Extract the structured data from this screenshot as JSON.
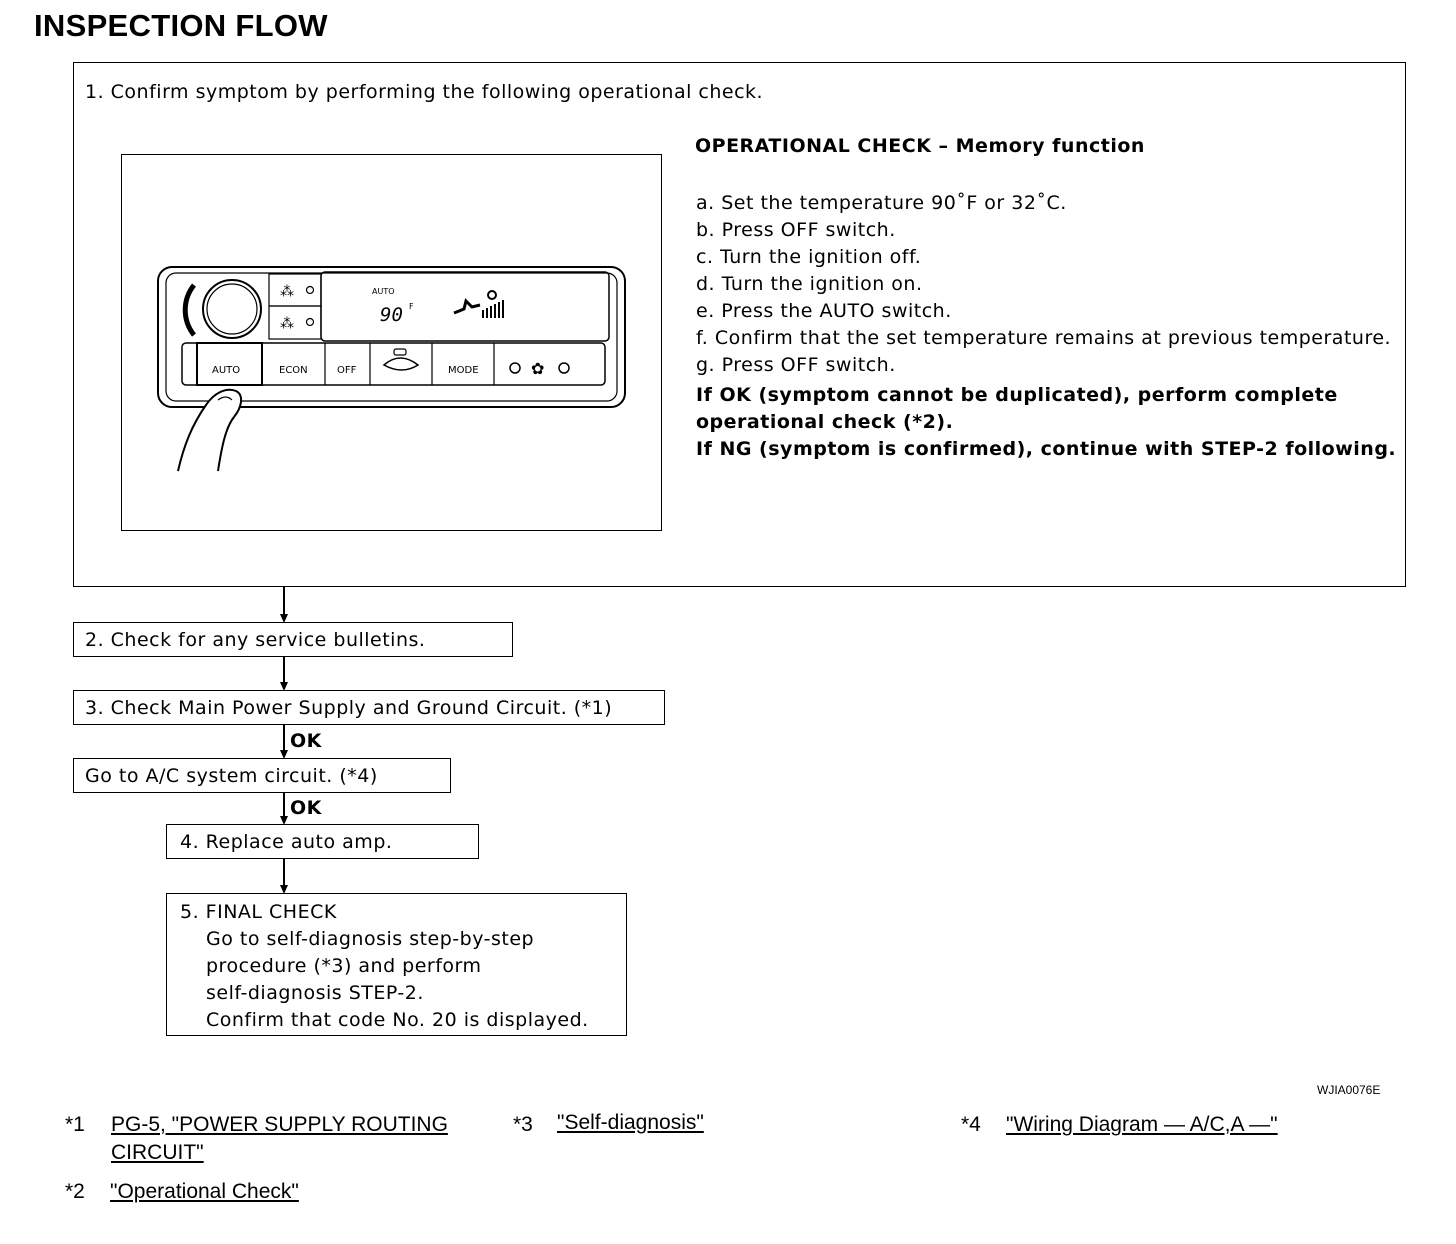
{
  "title": "INSPECTION FLOW",
  "step1": {
    "text": "1. Confirm symptom by performing the following operational check.",
    "check_title": "OPERATIONAL CHECK – Memory function",
    "items": [
      "a. Set the temperature 90˚F or 32˚C.",
      "b. Press OFF switch.",
      "c. Turn the ignition off.",
      "d. Turn the ignition on.",
      "e. Press the  AUTO switch.",
      "f.  Confirm that the set temperature remains at previous temperature.",
      "g. Press OFF switch."
    ],
    "result_lines": [
      "If OK (symptom cannot be duplicated), perform complete",
      "operational check (*2).",
      "If NG (symptom is confirmed), continue with STEP-2 following."
    ]
  },
  "panel": {
    "display_mode": "AUTO",
    "display_temp": "90",
    "display_unit": "F",
    "buttons": [
      "AUTO",
      "ECON",
      "OFF",
      "MODE"
    ]
  },
  "step2": "2. Check for any service bulletins.",
  "step3": "3. Check Main Power Supply and Ground Circuit. (*1)",
  "ok_label_1": "OK",
  "go_ac": "Go to A/C system circuit. (*4)",
  "ok_label_2": "OK",
  "step4": "4. Replace auto amp.",
  "step5": [
    "5. FINAL CHECK",
    "Go to self-diagnosis step-by-step",
    "procedure (*3) and perform",
    "self-diagnosis STEP-2.",
    "Confirm that code No. 20 is displayed."
  ],
  "figure_code": "WJIA0076E",
  "refs": {
    "r1_mark": "*1",
    "r1_line1": "PG-5, \"POWER SUPPLY ROUTING ",
    "r1_line2": "CIRCUIT\"",
    "r3_mark": "*3",
    "r3_text": "\"Self-diagnosis\"",
    "r4_mark": "*4",
    "r4_text": "\"Wiring Diagram — A/C,A —\"",
    "r2_mark": "*2",
    "r2_text": "\"Operational Check\""
  }
}
